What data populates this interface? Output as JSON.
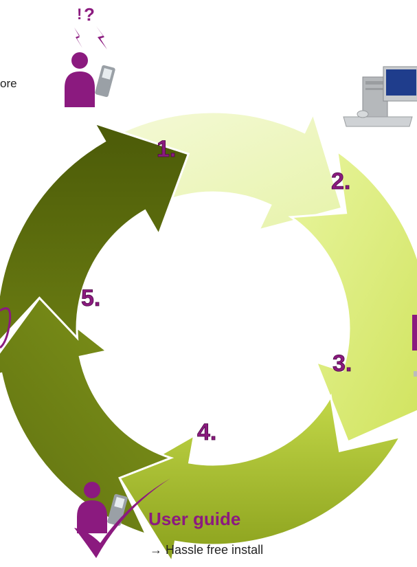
{
  "cycle": {
    "steps": [
      {
        "label": "1.",
        "color": "#eef6c8"
      },
      {
        "label": "2.",
        "color": "#dcef80"
      },
      {
        "label": "3.",
        "color": "#aac22a"
      },
      {
        "label": "4.",
        "color": "#6e8112"
      },
      {
        "label": "5.",
        "color": "#55650c"
      }
    ],
    "number_color": "#8b1a7f"
  },
  "captions": {
    "top_left_fragment": "ore"
  },
  "user_guide": {
    "title": "User guide",
    "arrow": "→",
    "subtitle": "Hassle free install"
  },
  "icons": [
    "confused-user-phone-icon",
    "computer-icon",
    "user-phone-icon",
    "checkmark-icon"
  ]
}
